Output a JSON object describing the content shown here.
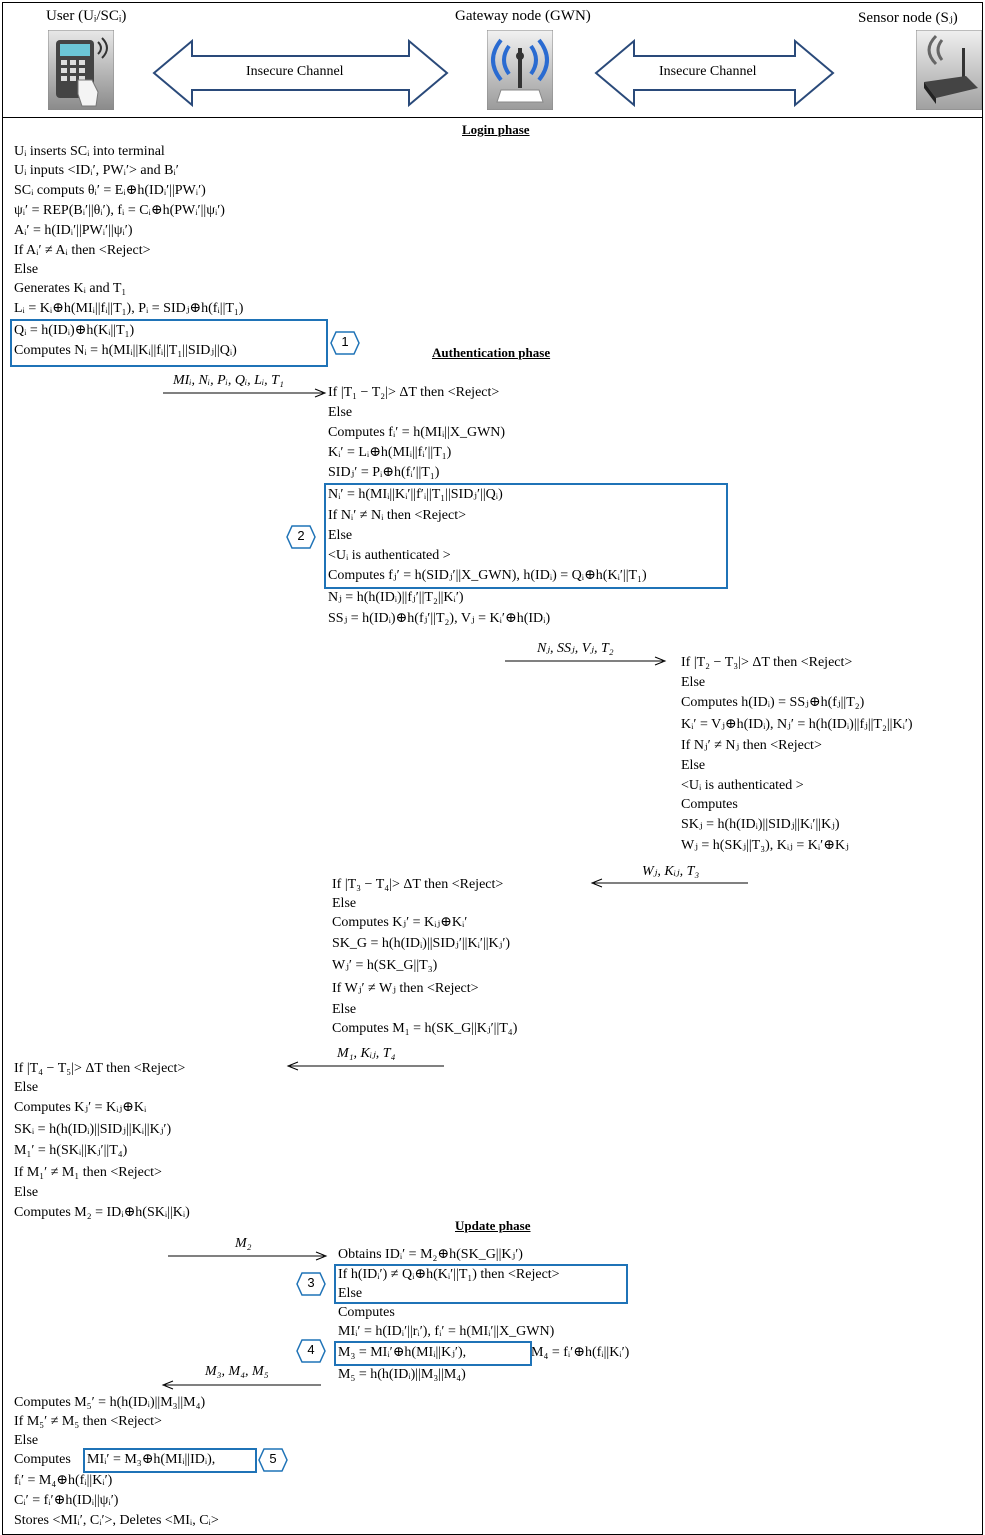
{
  "header": {
    "user_title": "User (Uᵢ/SCᵢ)",
    "gateway_title": "Gateway node (GWN)",
    "sensor_title": "Sensor node (Sⱼ)",
    "channel_left": "Insecure Channel",
    "channel_right": "Insecure Channel",
    "icons": [
      "smart-card-terminal-icon",
      "wireless-router-icon",
      "sensor-router-icon"
    ]
  },
  "phases": {
    "login": "Login phase",
    "authentication": "Authentication phase",
    "update": "Update phase"
  },
  "user_login": [
    "Uᵢ inserts SCᵢ into terminal",
    "Uᵢ inputs <IDᵢ′, PWᵢ′> and Bᵢ′",
    "SCᵢ computs θᵢ′ = Eᵢ⊕h(IDᵢ′||PWᵢ′)",
    "ψᵢ′ = REP(Bᵢ′||θᵢ′), fᵢ = Cᵢ⊕h(PWᵢ′||ψᵢ′)",
    "Aᵢ′ = h(IDᵢ′||PWᵢ′||ψᵢ′)",
    "If Aᵢ′ ≠ Aᵢ then <Reject>",
    "Else",
    "Generates Kᵢ and T₁",
    "Lᵢ = Kᵢ⊕h(MIᵢ||fᵢ||T₁), Pᵢ = SIDⱼ⊕h(fᵢ||T₁)",
    "Qᵢ = h(IDᵢ)⊕h(Kᵢ||T₁)",
    "Computes Nᵢ = h(MIᵢ||Kᵢ||fᵢ||T₁||SIDⱼ||Qᵢ)"
  ],
  "gwn_auth1": [
    "If |T₁ − T₂|> ΔT then <Reject>",
    "Else",
    "Computes fᵢ′ = h(MIᵢ||X_GWN)",
    "Kᵢ′ = Lᵢ⊕h(MIᵢ||fᵢ′||T₁)",
    "SIDⱼ′ = Pᵢ⊕h(fᵢ′||T₁)",
    "Nᵢ′ = h(MIᵢ||Kᵢ′||f′ᵢ||T₁||SIDⱼ′||Qᵢ)",
    "If Nᵢ′ ≠ Nᵢ then <Reject>",
    "Else",
    "<Uᵢ is authenticated >",
    "Computes fⱼ′ = h(SIDⱼ′||X_GWN), h(IDᵢ) = Qᵢ⊕h(Kᵢ′||T₁)",
    "Nⱼ = h(h(IDᵢ)||fⱼ′||T₂||Kᵢ′)",
    "SSⱼ = h(IDᵢ)⊕h(fⱼ′||T₂), Vⱼ = Kᵢ′⊕h(IDᵢ)"
  ],
  "sensor_auth": [
    "If |T₂ − T₃|> ΔT then <Reject>",
    "Else",
    "Computes h(IDᵢ) = SSⱼ⊕h(fⱼ||T₂)",
    "Kᵢ′ = Vⱼ⊕h(IDᵢ), Nⱼ′ = h(h(IDᵢ)||fⱼ||T₂||Kᵢ′)",
    "If Nⱼ′ ≠ Nⱼ then <Reject>",
    "Else",
    "<Uᵢ is authenticated >",
    "Computes",
    "SKⱼ = h(h(IDᵢ)||SIDⱼ||Kᵢ′||Kⱼ)",
    "Wⱼ = h(SKⱼ||T₃), Kᵢⱼ = Kᵢ′⊕Kⱼ"
  ],
  "gwn_auth2": [
    "If |T₃ − T₄|> ΔT then <Reject>",
    "Else",
    "Computes Kⱼ′ = Kᵢⱼ⊕Kᵢ′",
    "SK_G = h(h(IDᵢ)||SIDⱼ′||Kᵢ′||Kⱼ′)",
    "Wⱼ′ = h(SK_G||T₃)",
    "If Wⱼ′ ≠ Wⱼ then <Reject>",
    "Else",
    "Computes M₁ = h(SK_G||Kⱼ′||T₄)"
  ],
  "user_auth": [
    "If |T₄ − T₅|> ΔT then <Reject>",
    "Else",
    "Computes Kⱼ′ = Kᵢⱼ⊕Kᵢ",
    "SKᵢ = h(h(IDᵢ)||SIDⱼ||Kᵢ||Kⱼ′)",
    "M₁′ = h(SKᵢ||Kⱼ′||T₄)",
    "If M₁′ ≠ M₁ then <Reject>",
    "Else",
    "Computes M₂ = IDᵢ⊕h(SKᵢ||Kᵢ)"
  ],
  "gwn_update": [
    "Obtains IDᵢ′ = M₂⊕h(SK_G||Kⱼ′)",
    "If h(IDᵢ′) ≠ Qᵢ⊕h(Kᵢ′||T₁) then <Reject>",
    "Else",
    "Computes",
    "MIᵢ′ = h(IDᵢ′||rᵢ′), fᵢ′ = h(MIᵢ′||X_GWN)",
    "M₃ = MIᵢ′⊕h(MIᵢ||Kⱼ′),",
    "M₄ = fᵢ′⊕h(fᵢ||Kᵢ′)",
    "M₅ = h(h(IDᵢ)||M₃||M₄)"
  ],
  "user_update": [
    "Computes M₅′ = h(h(IDᵢ)||M₃||M₄)",
    "If M₅′ ≠ M₅ then <Reject>",
    "Else",
    "Computes",
    "MIᵢ′ = M₃⊕h(MIᵢ||IDᵢ),",
    "fᵢ′ = M₄⊕h(fᵢ||Kᵢ′)",
    "Cᵢ′ = fᵢ′⊕h(IDᵢ||ψᵢ′)",
    "Stores <MIᵢ′, Cᵢ′>, Deletes <MIᵢ, Cᵢ>"
  ],
  "messages": {
    "m1": "MIᵢ, Nᵢ, Pᵢ, Qᵢ, Lᵢ, T₁",
    "m2": "Nⱼ, SSⱼ, Vⱼ, T₂",
    "m3": "Wⱼ, Kᵢⱼ, T₃",
    "m4": "M₁, Kᵢⱼ, T₄",
    "m5": "M₂",
    "m6": "M₃, M₄, M₅"
  },
  "badges": [
    "1",
    "2",
    "3",
    "4",
    "5"
  ],
  "colors": {
    "highlight": "#1f73b7",
    "arrow_fill": "#ffffff",
    "arrow_stroke": "#2a4a7a"
  }
}
